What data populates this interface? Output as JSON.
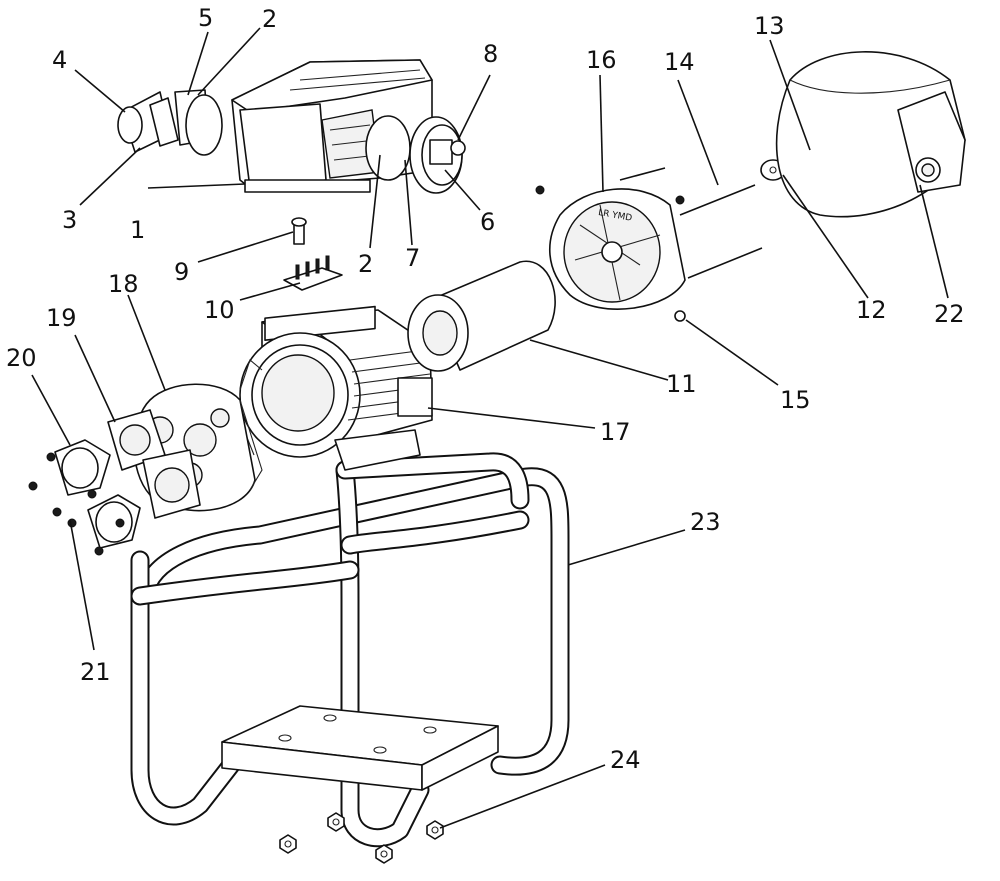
{
  "callouts": {
    "c1": "1",
    "c2a": "2",
    "c2b": "2",
    "c3": "3",
    "c4": "4",
    "c5": "5",
    "c6": "6",
    "c7": "7",
    "c8": "8",
    "c9": "9",
    "c10": "10",
    "c11": "11",
    "c12": "12",
    "c13": "13",
    "c14": "14",
    "c15": "15",
    "c16": "16",
    "c17": "17",
    "c18": "18",
    "c19": "19",
    "c20": "20",
    "c21": "21",
    "c22": "22",
    "c23": "23",
    "c24": "24"
  },
  "endbell_stamp": "LR YMD"
}
